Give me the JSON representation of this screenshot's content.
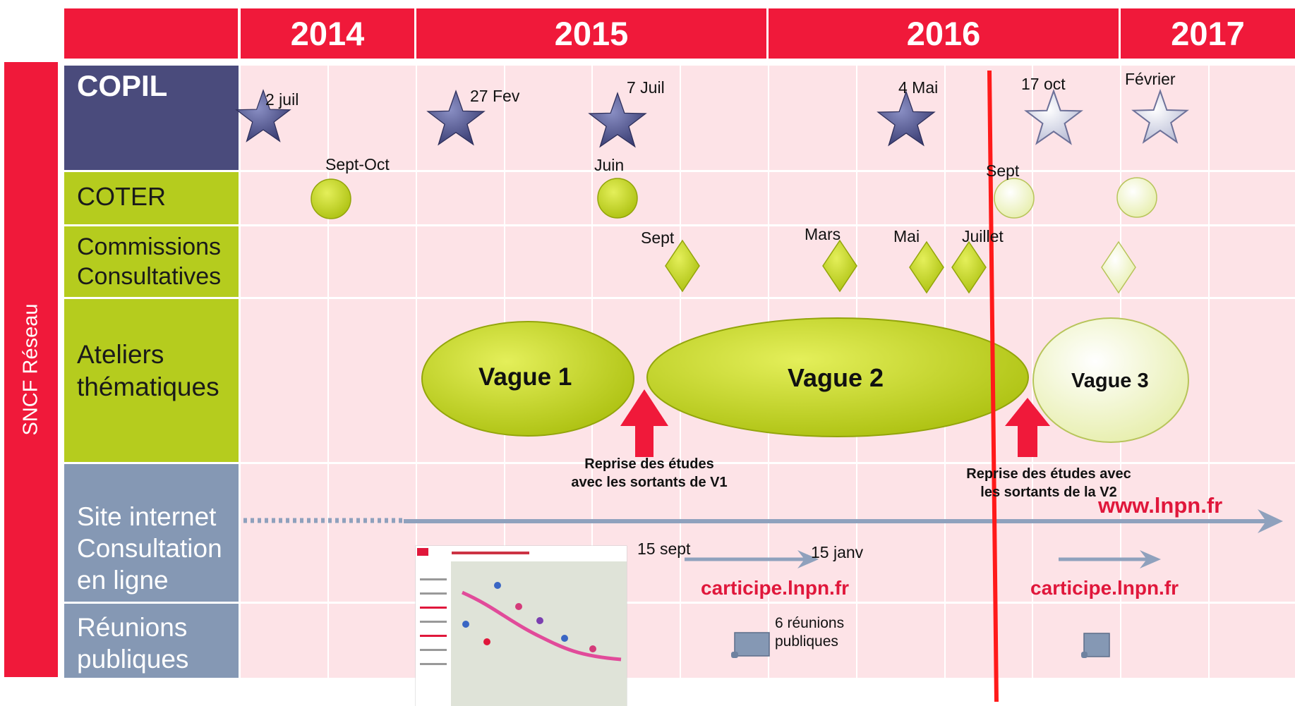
{
  "sidebar": {
    "label": "SNCF Réseau"
  },
  "years": [
    "2014",
    "2015",
    "2016",
    "2017"
  ],
  "rows": {
    "copil": "COPIL",
    "coter": "COTER",
    "commissions_line1": "Commissions",
    "commissions_line2": "Consultatives",
    "ateliers_line1": "Ateliers",
    "ateliers_line2": "thématiques",
    "site_line1": "Site internet",
    "site_line2": "Consultation",
    "site_line3": "en ligne",
    "reunions_line1": "Réunions",
    "reunions_line2": "publiques"
  },
  "copil_events": [
    "2 juil",
    "27 Fev",
    "7 Juil",
    "4 Mai",
    "17 oct",
    "Février"
  ],
  "coter_events": [
    "Sept-Oct",
    "Juin",
    "Sept"
  ],
  "commission_events": [
    "Sept",
    "Mars",
    "Mai",
    "Juillet"
  ],
  "waves": [
    "Vague 1",
    "Vague 2",
    "Vague 3"
  ],
  "notes": {
    "reprise_v1_line1": "Reprise des études",
    "reprise_v1_line2": "avec les sortants de V1",
    "reprise_v2_line1": "Reprise des études avec",
    "reprise_v2_line2": "les sortants de la V2"
  },
  "site": {
    "url": "www.lnpn.fr",
    "consult_start": "15 sept",
    "consult_end": "15 janv",
    "consult_url_1": "carticipe.lnpn.fr",
    "consult_url_2": "carticipe.lnpn.fr"
  },
  "reunions": {
    "line1": "6 réunions",
    "line2": "publiques"
  },
  "colors": {
    "accent_red": "#f0193a",
    "copil_blue": "#4a4b7c",
    "row_green": "#b5cc1e",
    "row_grey_blue": "#8598b4",
    "grid_pink": "#fde3e7",
    "star_filled": "#4b4f8c",
    "star_future": "#e6e8f2",
    "shape_green": "#c6d916",
    "shape_future": "#f1f5c4",
    "arrow_blue": "#8fa1bd",
    "today_line": "#ff1a1a"
  },
  "icons": [
    "star-icon",
    "circle-icon",
    "diamond-icon",
    "up-arrow-icon",
    "scroll-icon"
  ]
}
